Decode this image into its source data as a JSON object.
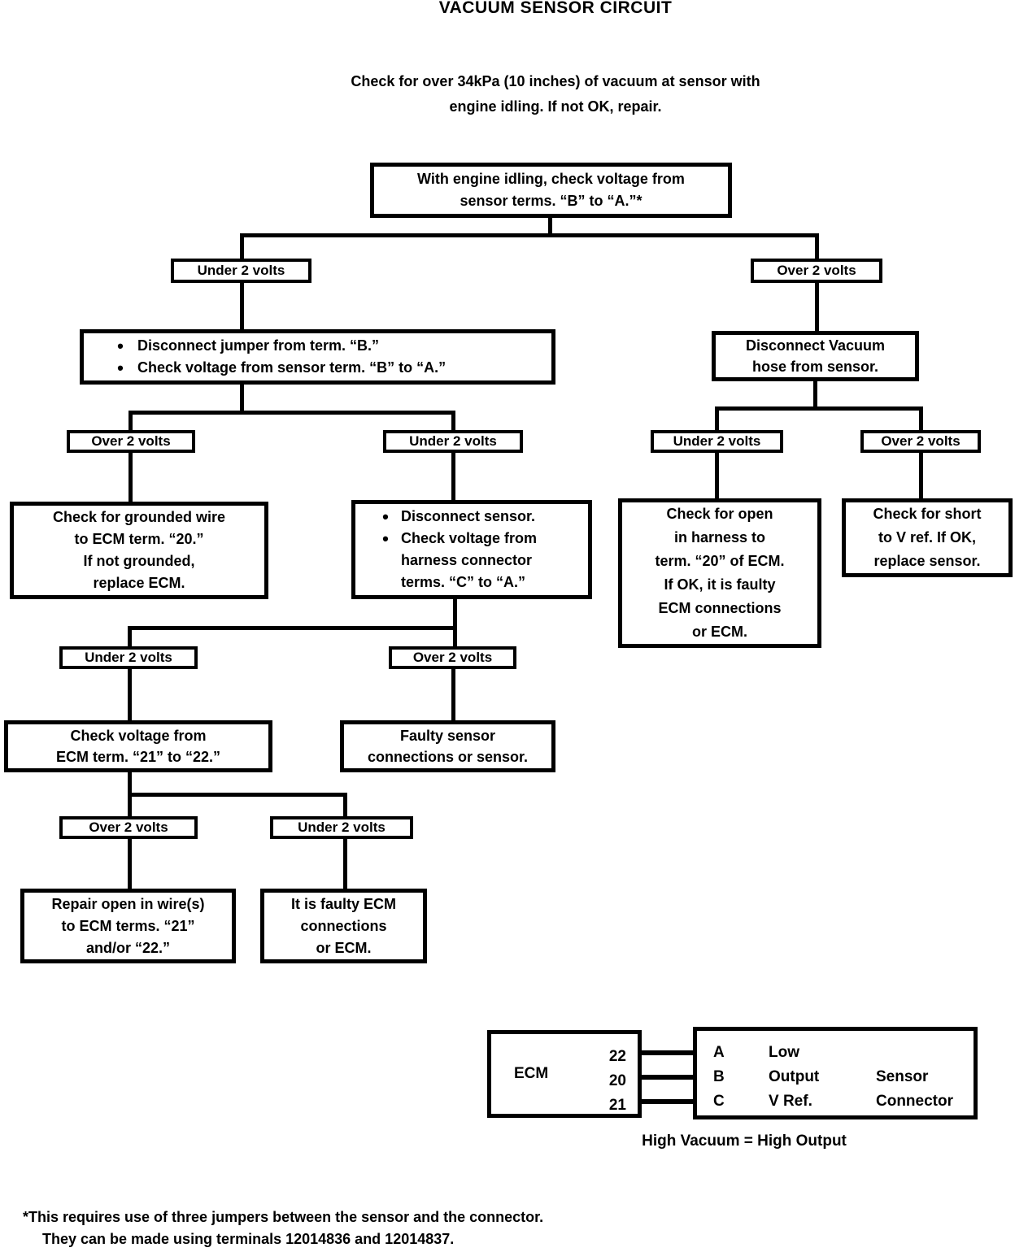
{
  "page": {
    "title": "VACUUM SENSOR CIRCUIT",
    "intro_line1": "Check for over 34kPa (10 inches) of vacuum at sensor with",
    "intro_line2": "engine idling.  If not OK, repair.",
    "footnote_line1": "*This requires use of three jumpers between the sensor and the connector.",
    "footnote_line2": "They can be made using terminals 12014836 and 12014837."
  },
  "glyphs": {
    "bullet": "•"
  },
  "flowchart": {
    "start": {
      "line1": "With engine idling, check voltage from",
      "line2": "sensor terms. “B” to “A.”*"
    },
    "d1_left": "Under 2 volts",
    "d1_right": "Over 2 volts",
    "disconnect_jumper": {
      "bullet1": "Disconnect jumper from term. “B.”",
      "bullet2": "Check voltage from sensor term. “B” to “A.”"
    },
    "disconnect_hose": {
      "line1": "Disconnect Vacuum",
      "line2": "hose from sensor."
    },
    "d2_left": "Over 2 volts",
    "d2_right": "Under 2 volts",
    "d3_left": "Under 2 volts",
    "d3_right": "Over 2 volts",
    "grounded_wire": {
      "line1": "Check for grounded wire",
      "line2": "to ECM term. “20.”",
      "line3": "If not grounded,",
      "line4": "replace ECM."
    },
    "disconnect_sensor": {
      "bullet1": "Disconnect sensor.",
      "bullet2_line1": "Check voltage from",
      "bullet2_line2": "harness connector",
      "bullet2_line3": "terms. “C” to “A.”"
    },
    "open_harness": {
      "line1": "Check for open",
      "line2": "in harness to",
      "line3": "term. “20” of ECM.",
      "line4": "If OK, it is faulty",
      "line5": "ECM connections",
      "line6": "or ECM."
    },
    "short_vref": {
      "line1": "Check for short",
      "line2": "to V ref.  If OK,",
      "line3": "replace sensor."
    },
    "d4_left": "Under 2 volts",
    "d4_right": "Over 2 volts",
    "check_2122": {
      "line1": "Check voltage from",
      "line2": "ECM term. “21” to “22.”"
    },
    "faulty_sensor": {
      "line1": "Faulty sensor",
      "line2": "connections or sensor."
    },
    "d5_left": "Over 2 volts",
    "d5_right": "Under 2 volts",
    "repair_open": {
      "line1": "Repair open in wire(s)",
      "line2": "to ECM terms. “21”",
      "line3": "and/or “22.”"
    },
    "faulty_ecm": {
      "line1": "It is faulty ECM",
      "line2": "connections",
      "line3": "or ECM."
    }
  },
  "ecm_diagram": {
    "ecm_label": "ECM",
    "terminal_1": "22",
    "terminal_2": "20",
    "terminal_3": "21",
    "pin_a_letter": "A",
    "pin_a_name": "Low",
    "pin_b_letter": "B",
    "pin_b_name": "Output",
    "pin_c_letter": "C",
    "pin_c_name": "V Ref.",
    "connector_label_1": "Sensor",
    "connector_label_2": "Connector",
    "caption": "High Vacuum = High Output"
  }
}
